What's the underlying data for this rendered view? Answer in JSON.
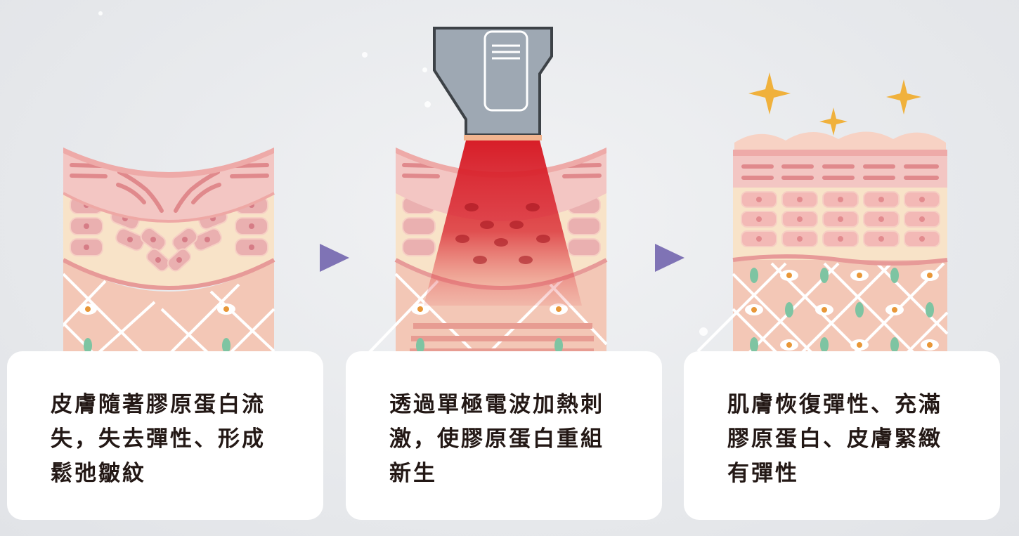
{
  "steps": [
    {
      "text": "皮膚隨著膠原蛋白流\n失，失去彈性、形成\n鬆弛皺紋"
    },
    {
      "text": "透過單極電波加熱刺\n激，使膠原蛋白重組\n新生"
    },
    {
      "text": "肌膚恢復彈性、充滿\n膠原蛋白、皮膚緊緻\n有彈性"
    }
  ],
  "colors": {
    "dermis": "#f3c7b6",
    "collagen_band": "#f0b7b4",
    "cell_layer": "#f8e3c8",
    "cell": "#eab0b0",
    "nucleus": "#d67c86",
    "rf_beam": "#d81e28",
    "probe": "#9ea8b3",
    "sparkle": "#f0b13c",
    "arrow": "#7f73b5",
    "fiber_node": "#7ec4a2",
    "fiber_eye": "#e89738"
  },
  "icons": {
    "arrow": "triangle-right",
    "sparkle": "four-point-star",
    "device": "rf-probe-handpiece"
  }
}
